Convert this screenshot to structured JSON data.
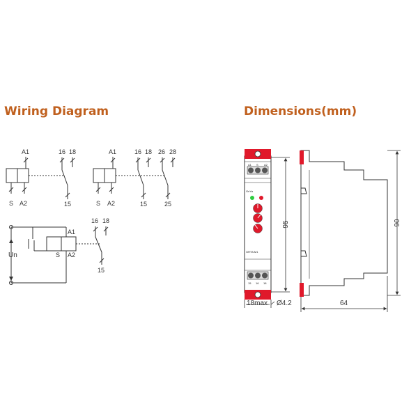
{
  "headings": {
    "wiring": "Wiring Diagram",
    "dimensions": "Dimensions(mm)"
  },
  "wiring": {
    "diagram1": {
      "coil_top": "A1",
      "coil_bottom_left": "S",
      "coil_bottom_right": "A2",
      "contact_no": "16",
      "contact_nc": "18",
      "common": "15"
    },
    "diagram2": {
      "coil_top": "A1",
      "coil_bottom_left": "S",
      "coil_bottom_right": "A2",
      "contact1_no": "16",
      "contact1_nc": "18",
      "contact2_no": "26",
      "contact2_nc": "28",
      "common1": "15",
      "common2": "25"
    },
    "diagram3": {
      "coil_top": "A1",
      "coil_s": "S",
      "coil_a2": "A2",
      "supply": "Un",
      "contact_no": "16",
      "contact_nc": "18",
      "common": "15"
    }
  },
  "device": {
    "brand": "GeYa",
    "model": "GRT8-M1",
    "top_terminals": [
      "A1",
      "S",
      "A2"
    ],
    "bottom_terminals": [
      "15",
      "16",
      "18"
    ]
  },
  "dimensions": {
    "height_front": "95",
    "height_side": "90",
    "depth": "64",
    "width": "18max",
    "hole": "Ø4.2"
  },
  "colors": {
    "heading": "#c0601e",
    "accent_red": "#e0192b",
    "led_green": "#2ecc40",
    "led_red": "#e0192b",
    "line": "#333333"
  }
}
